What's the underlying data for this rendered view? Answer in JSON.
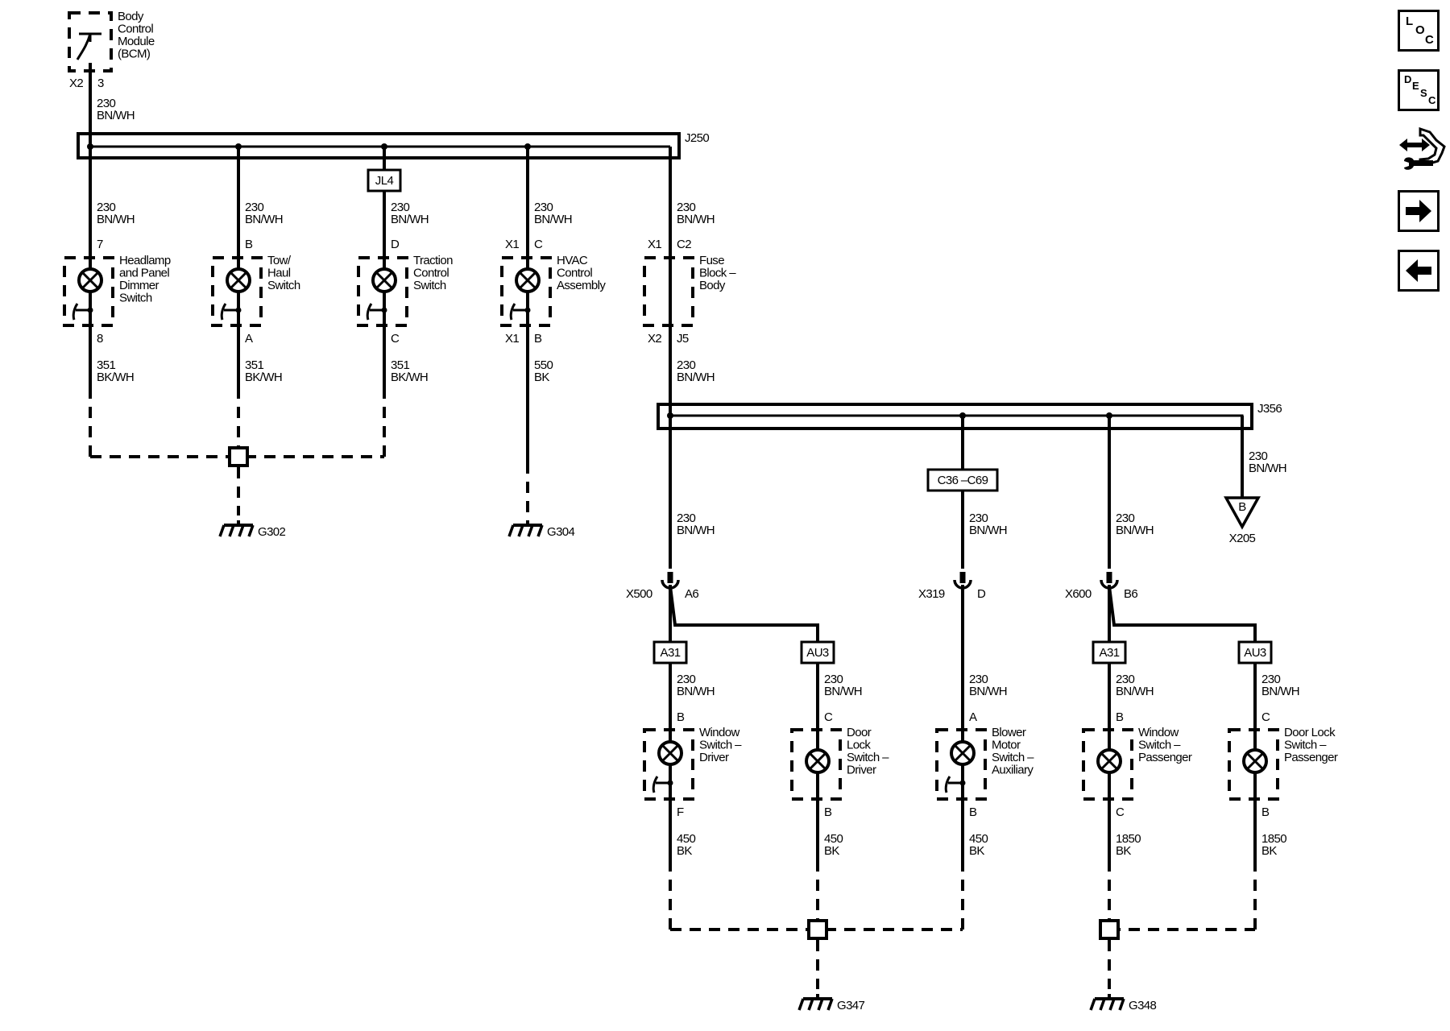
{
  "diagram": {
    "title": "Body Control Module backlight / illumination circuit",
    "bcm": {
      "name_lines": [
        "Body",
        "Control",
        "Module",
        "(BCM)"
      ],
      "connector": "X2",
      "pin": "3",
      "wire_gauge": "230",
      "wire_color": "BN/WH"
    },
    "splices": [
      {
        "id": "J250"
      },
      {
        "id": "J356"
      }
    ],
    "upper_branches": [
      {
        "id": "headlamp",
        "name_lines": [
          "Headlamp",
          "and Panel",
          "Dimmer",
          "Switch"
        ],
        "in_wire": {
          "gauge": "230",
          "color": "BN/WH"
        },
        "in_connector": "",
        "in_pin": "7",
        "out_connector": "",
        "out_pin": "8",
        "out_wire": {
          "gauge": "351",
          "color": "BK/WH"
        },
        "has_switch": true,
        "inline_label": ""
      },
      {
        "id": "tow-haul",
        "name_lines": [
          "Tow/",
          "Haul",
          "Switch"
        ],
        "in_wire": {
          "gauge": "230",
          "color": "BN/WH"
        },
        "in_connector": "",
        "in_pin": "B",
        "out_connector": "",
        "out_pin": "A",
        "out_wire": {
          "gauge": "351",
          "color": "BK/WH"
        },
        "has_switch": true,
        "inline_label": ""
      },
      {
        "id": "traction",
        "name_lines": [
          "Traction",
          "Control",
          "Switch"
        ],
        "in_wire": {
          "gauge": "230",
          "color": "BN/WH"
        },
        "in_connector": "",
        "in_pin": "D",
        "out_connector": "",
        "out_pin": "C",
        "out_wire": {
          "gauge": "351",
          "color": "BK/WH"
        },
        "has_switch": true,
        "inline_label": "JL4"
      },
      {
        "id": "hvac",
        "name_lines": [
          "HVAC",
          "Control",
          "Assembly"
        ],
        "in_wire": {
          "gauge": "230",
          "color": "BN/WH"
        },
        "in_connector": "X1",
        "in_pin": "C",
        "out_connector": "X1",
        "out_pin": "B",
        "out_wire": {
          "gauge": "550",
          "color": "BK"
        },
        "has_switch": true,
        "inline_label": ""
      },
      {
        "id": "fuse-block",
        "name_lines": [
          "Fuse",
          "Block –",
          "Body"
        ],
        "in_wire": {
          "gauge": "230",
          "color": "BN/WH"
        },
        "in_connector": "X1",
        "in_pin": "C2",
        "out_connector": "X2",
        "out_pin": "J5",
        "out_wire": {
          "gauge": "230",
          "color": "BN/WH"
        },
        "has_switch": false,
        "has_lamp": false,
        "inline_label": ""
      }
    ],
    "j356_branches": [
      {
        "id": "x500-branch",
        "inline_label": "",
        "wire": {
          "gauge": "230",
          "color": "BN/WH"
        },
        "connector": "X500",
        "pin": "A6"
      },
      {
        "id": "x319-branch",
        "inline_label": "C36 –C69",
        "wire": {
          "gauge": "230",
          "color": "BN/WH"
        },
        "connector": "X319",
        "pin": "D"
      },
      {
        "id": "x600-branch",
        "inline_label": "",
        "wire": {
          "gauge": "230",
          "color": "BN/WH"
        },
        "connector": "X600",
        "pin": "B6"
      },
      {
        "id": "x205-branch",
        "wire": {
          "gauge": "230",
          "color": "BN/WH"
        },
        "connector": "X205",
        "offpage_ref": "B"
      }
    ],
    "lower_components": [
      {
        "id": "window-driver",
        "option_label": "A31",
        "name_lines": [
          "Window",
          "Switch –",
          "Driver"
        ],
        "in_wire": {
          "gauge": "230",
          "color": "BN/WH"
        },
        "in_pin": "B",
        "out_pin": "F",
        "out_wire": {
          "gauge": "450",
          "color": "BK"
        },
        "has_switch": true
      },
      {
        "id": "doorlock-driver",
        "option_label": "AU3",
        "name_lines": [
          "Door",
          "Lock",
          "Switch –",
          "Driver"
        ],
        "in_wire": {
          "gauge": "230",
          "color": "BN/WH"
        },
        "in_pin": "C",
        "out_pin": "B",
        "out_wire": {
          "gauge": "450",
          "color": "BK"
        },
        "has_switch": false
      },
      {
        "id": "blower-aux",
        "option_label": "",
        "name_lines": [
          "Blower",
          "Motor",
          "Switch –",
          "Auxiliary"
        ],
        "in_wire": {
          "gauge": "230",
          "color": "BN/WH"
        },
        "in_pin": "A",
        "out_pin": "B",
        "out_wire": {
          "gauge": "450",
          "color": "BK"
        },
        "has_switch": true
      },
      {
        "id": "window-passenger",
        "option_label": "A31",
        "name_lines": [
          "Window",
          "Switch –",
          "Passenger"
        ],
        "in_wire": {
          "gauge": "230",
          "color": "BN/WH"
        },
        "in_pin": "B",
        "out_pin": "C",
        "out_wire": {
          "gauge": "1850",
          "color": "BK"
        },
        "has_switch": false
      },
      {
        "id": "doorlock-passenger",
        "option_label": "AU3",
        "name_lines": [
          "Door Lock",
          "Switch –",
          "Passenger"
        ],
        "in_wire": {
          "gauge": "230",
          "color": "BN/WH"
        },
        "in_pin": "C",
        "out_pin": "B",
        "out_wire": {
          "gauge": "1850",
          "color": "BK"
        },
        "has_switch": false
      }
    ],
    "grounds": [
      {
        "id": "G302"
      },
      {
        "id": "G304"
      },
      {
        "id": "G347"
      },
      {
        "id": "G348"
      }
    ]
  },
  "nav": {
    "loc": {
      "label_chars": [
        "L",
        "O",
        "C"
      ],
      "icon": "location-icon"
    },
    "desc": {
      "label_chars": [
        "D",
        "E",
        "S",
        "C"
      ],
      "icon": "description-icon"
    },
    "connector": {
      "icon": "connector-end-view-icon"
    },
    "next": {
      "icon": "arrow-right-icon",
      "glyph": "➡"
    },
    "prev": {
      "icon": "arrow-left-icon",
      "glyph": "⬅"
    }
  }
}
